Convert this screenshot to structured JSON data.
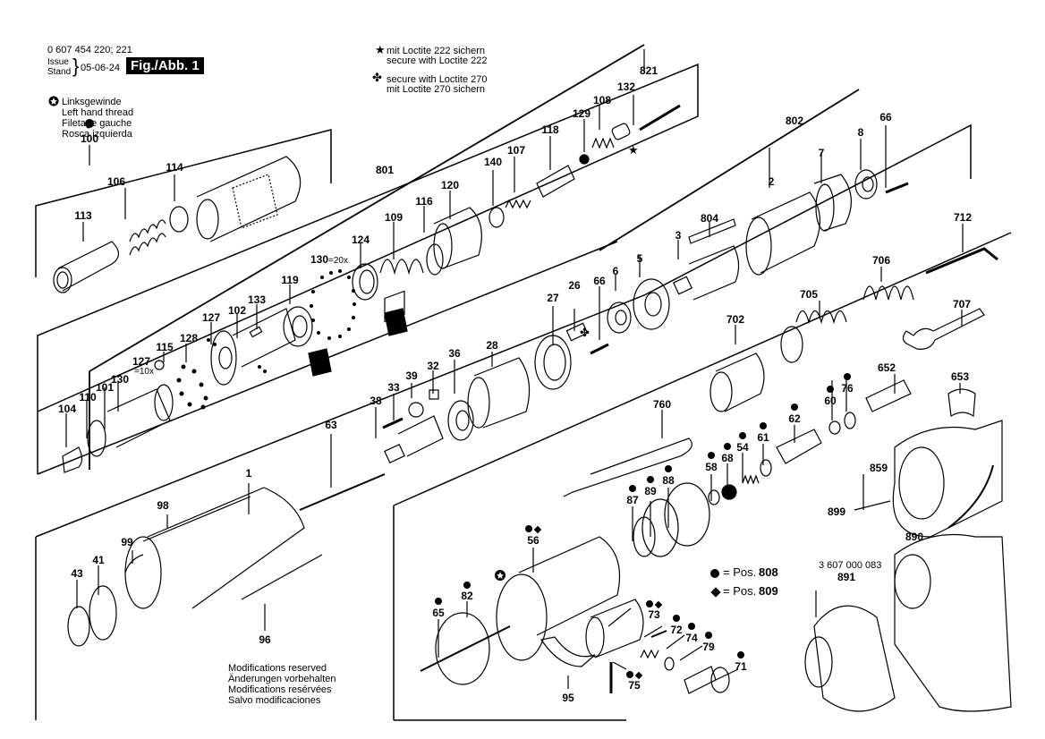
{
  "header": {
    "part_number": "0 607 454 220; 221",
    "issue_label": "Issue",
    "stand_label": "Stand",
    "issue_date": "05-06-24",
    "figure_title": "Fig./Abb. 1"
  },
  "legend_left_hand": {
    "icon": "star-circle-icon",
    "lines": [
      "Linksgewinde",
      "Left hand thread",
      "Filetage gauche",
      "Rosca izquierda"
    ]
  },
  "legend_loctite": {
    "loctite222": {
      "icon": "star-icon",
      "lines": [
        "mit Loctite 222 sichern",
        "secure with Loctite 222"
      ]
    },
    "loctite270": {
      "icon": "club-icon",
      "lines": [
        "secure with Loctite 270",
        "mit Loctite 270 sichern"
      ]
    }
  },
  "legend_pos": {
    "dot": {
      "text": "= Pos.",
      "value": "808"
    },
    "diamond": {
      "text": "= Pos.",
      "value": "809"
    }
  },
  "accessory_number": "3 607 000 083",
  "footer_notes": [
    "Modifications reserved",
    "Änderungen vorbehalten",
    "Modifications resérvées",
    "Salvo modificaciones"
  ],
  "quantity_notes": {
    "p130": "=20x",
    "p127": "=10x"
  },
  "parts": {
    "p100": "100",
    "p106": "106",
    "p114": "114",
    "p113": "113",
    "p801": "801",
    "p821": "821",
    "p132": "132",
    "p108": "108",
    "p129": "129",
    "p118": "118",
    "p107": "107",
    "p140": "140",
    "p120": "120",
    "p116": "116",
    "p109": "109",
    "p124": "124",
    "p130a": "130",
    "p119": "119",
    "p133": "133",
    "p102": "102",
    "p127a": "127",
    "p128": "128",
    "p115": "115",
    "p127b": "127",
    "p130b": "130",
    "p101": "101",
    "p110": "110",
    "p104": "104",
    "p802": "802",
    "p8": "8",
    "p66a": "66",
    "p7": "7",
    "p2": "2",
    "p804": "804",
    "p3": "3",
    "p5": "5",
    "p6": "6",
    "p66b": "66",
    "p27": "27",
    "p26": "26",
    "p28": "28",
    "p36": "36",
    "p32": "32",
    "p39": "39",
    "p33": "33",
    "p38": "38",
    "p712": "712",
    "p706": "706",
    "p705": "705",
    "p707": "707",
    "p702": "702",
    "p652": "652",
    "p653": "653",
    "p60": "60",
    "p76": "76",
    "p62": "62",
    "p61": "61",
    "p54": "54",
    "p68": "68",
    "p58": "58",
    "p88": "88",
    "p89": "89",
    "p87": "87",
    "p760": "760",
    "p859": "859",
    "p899": "899",
    "p890": "890",
    "p891": "891",
    "p63": "63",
    "p1": "1",
    "p98": "98",
    "p99": "99",
    "p43": "43",
    "p41": "41",
    "p96": "96",
    "p56": "56",
    "p82": "82",
    "p65": "65",
    "p95": "95",
    "p73": "73",
    "p72": "72",
    "p74": "74",
    "p79": "79",
    "p71": "71",
    "p75": "75"
  }
}
